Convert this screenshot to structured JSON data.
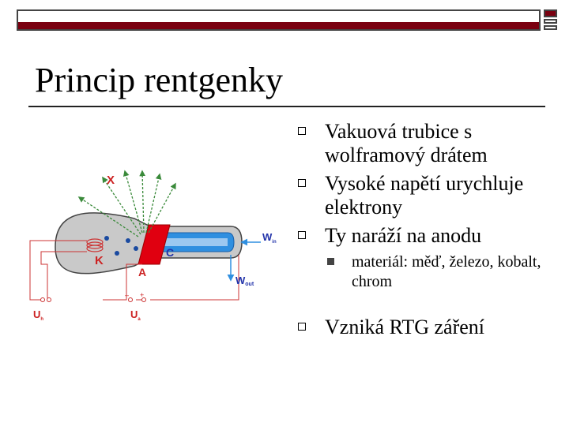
{
  "slide": {
    "title": "Princip rentgenky"
  },
  "bullets": [
    {
      "text": "Vakuová trubice s wolframový drátem"
    },
    {
      "text": "Vysoké napětí urychluje elektrony"
    },
    {
      "text": "Ty naráží na anodu"
    },
    {
      "text": "materiál: měď, železo, kobalt, chrom"
    },
    {
      "text": "Vzniká RTG záření"
    }
  ],
  "diagram": {
    "labels": {
      "x": "X",
      "k": "K",
      "a": "A",
      "c": "C",
      "w_in_main": "W",
      "w_in_sub": "in",
      "w_out_main": "W",
      "w_out_sub": "out",
      "uh_main": "U",
      "uh_sub": "h",
      "ua_main": "U",
      "ua_sub": "a",
      "minus": "–",
      "plus": "+"
    },
    "colors": {
      "tube_fill": "#c9c9c9",
      "water": "#2f8fe0",
      "anode": "#e00010",
      "wire": "#cc3333",
      "label_red": "#cc2222",
      "label_blue": "#2233aa",
      "ray": "#3a8a3a",
      "electron": "#1a4aa0"
    }
  }
}
